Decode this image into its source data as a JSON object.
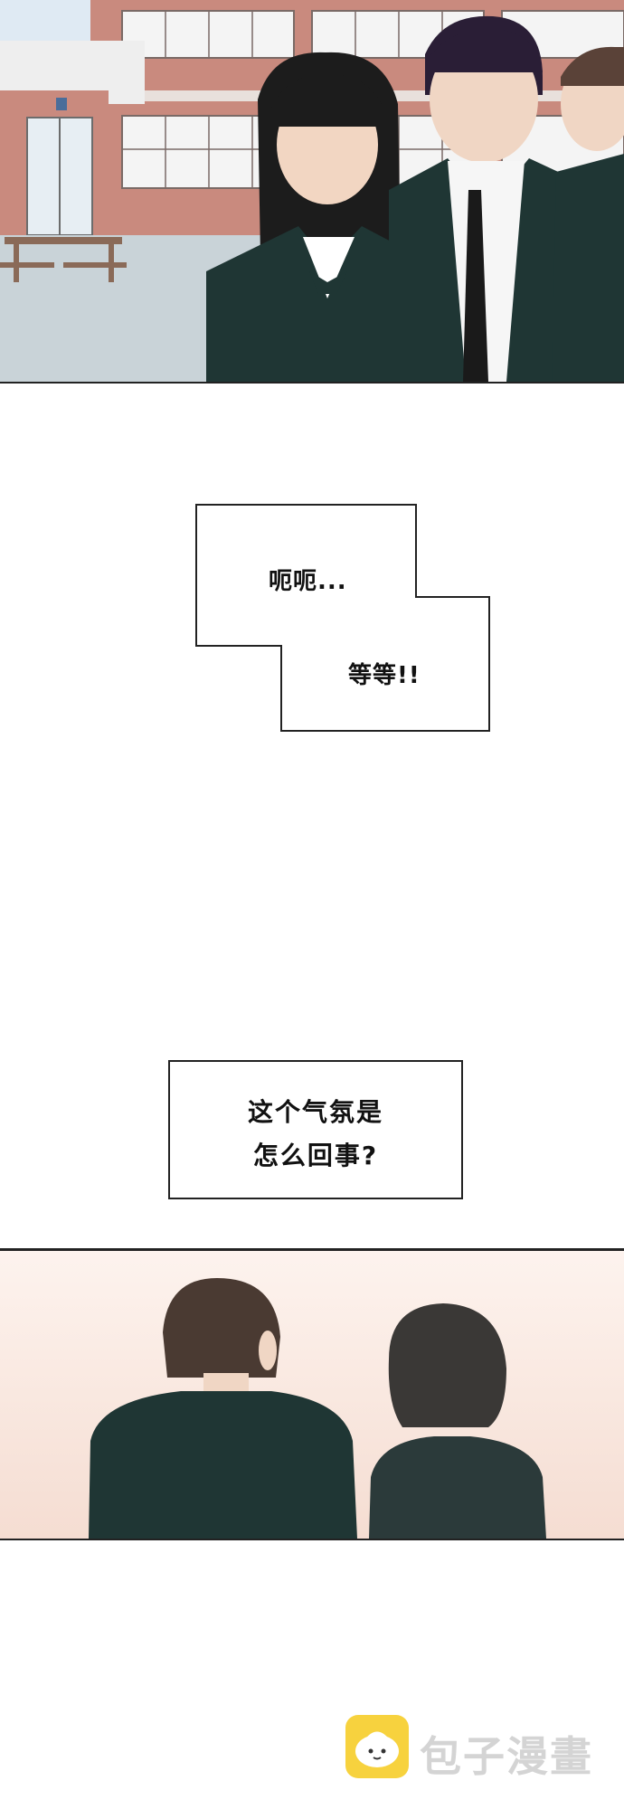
{
  "dialogue": {
    "bubble1_line1": "呃呃...",
    "bubble1_line2": "等等!!",
    "bubble2_line1": "这个气氛是",
    "bubble2_line2": "怎么回事?"
  },
  "watermark": {
    "text": "包子漫畫",
    "icon": "steamed-bun-icon"
  },
  "colors": {
    "uniform": "#1f3634",
    "brick": "#c98a7e",
    "sky": "#d9e9f5",
    "ground": "#c9d3d8",
    "accent_yellow": "#f7d23e"
  }
}
